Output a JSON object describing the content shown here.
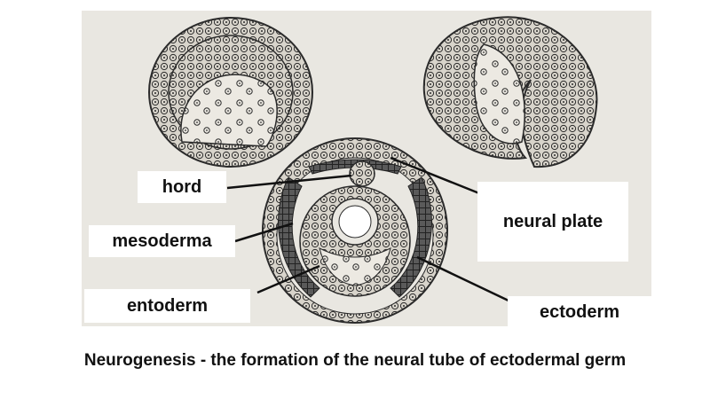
{
  "labels": {
    "hord": "hord",
    "mesoderma": "mesoderma",
    "entoderm": "entoderm",
    "neural_plate": "neural plate",
    "ectoderm": "ectoderm"
  },
  "caption": "Neurogenesis - the formation of the neural tube of ectodermal germ",
  "colors": {
    "paper": "#e9e7e1",
    "ink": "#2b2b2b",
    "cell_fill": "#d8d4cb",
    "dark_cell": "#3d3d3d"
  }
}
